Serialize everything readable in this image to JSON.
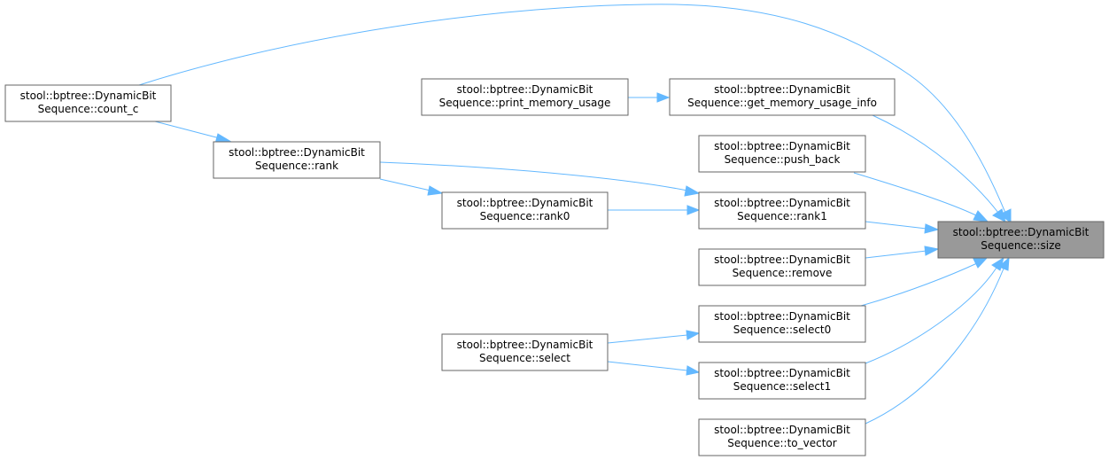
{
  "colors": {
    "edge": "#63b8ff",
    "node_border": "#666666",
    "target_fill": "#999999"
  },
  "nodes": {
    "size": {
      "line1": "stool::bptree::DynamicBit",
      "line2": "Sequence::size"
    },
    "count_c": {
      "line1": "stool::bptree::DynamicBit",
      "line2": "Sequence::count_c"
    },
    "rank": {
      "line1": "stool::bptree::DynamicBit",
      "line2": "Sequence::rank"
    },
    "print_mem": {
      "line1": "stool::bptree::DynamicBit",
      "line2": "Sequence::print_memory_usage"
    },
    "get_mem": {
      "line1": "stool::bptree::DynamicBit",
      "line2": "Sequence::get_memory_usage_info"
    },
    "push_back": {
      "line1": "stool::bptree::DynamicBit",
      "line2": "Sequence::push_back"
    },
    "rank0": {
      "line1": "stool::bptree::DynamicBit",
      "line2": "Sequence::rank0"
    },
    "rank1": {
      "line1": "stool::bptree::DynamicBit",
      "line2": "Sequence::rank1"
    },
    "remove": {
      "line1": "stool::bptree::DynamicBit",
      "line2": "Sequence::remove"
    },
    "select": {
      "line1": "stool::bptree::DynamicBit",
      "line2": "Sequence::select"
    },
    "select0": {
      "line1": "stool::bptree::DynamicBit",
      "line2": "Sequence::select0"
    },
    "select1": {
      "line1": "stool::bptree::DynamicBit",
      "line2": "Sequence::select1"
    },
    "to_vector": {
      "line1": "stool::bptree::DynamicBit",
      "line2": "Sequence::to_vector"
    }
  },
  "edges": [
    {
      "from": "count_c",
      "to": "size"
    },
    {
      "from": "count_c",
      "to": "rank"
    },
    {
      "from": "print_mem",
      "to": "get_mem"
    },
    {
      "from": "get_mem",
      "to": "size"
    },
    {
      "from": "push_back",
      "to": "size"
    },
    {
      "from": "rank",
      "to": "rank1"
    },
    {
      "from": "rank",
      "to": "rank0"
    },
    {
      "from": "rank0",
      "to": "rank1"
    },
    {
      "from": "rank1",
      "to": "size"
    },
    {
      "from": "remove",
      "to": "size"
    },
    {
      "from": "select",
      "to": "select0"
    },
    {
      "from": "select",
      "to": "select1"
    },
    {
      "from": "select0",
      "to": "size"
    },
    {
      "from": "select1",
      "to": "size"
    },
    {
      "from": "to_vector",
      "to": "size"
    }
  ]
}
